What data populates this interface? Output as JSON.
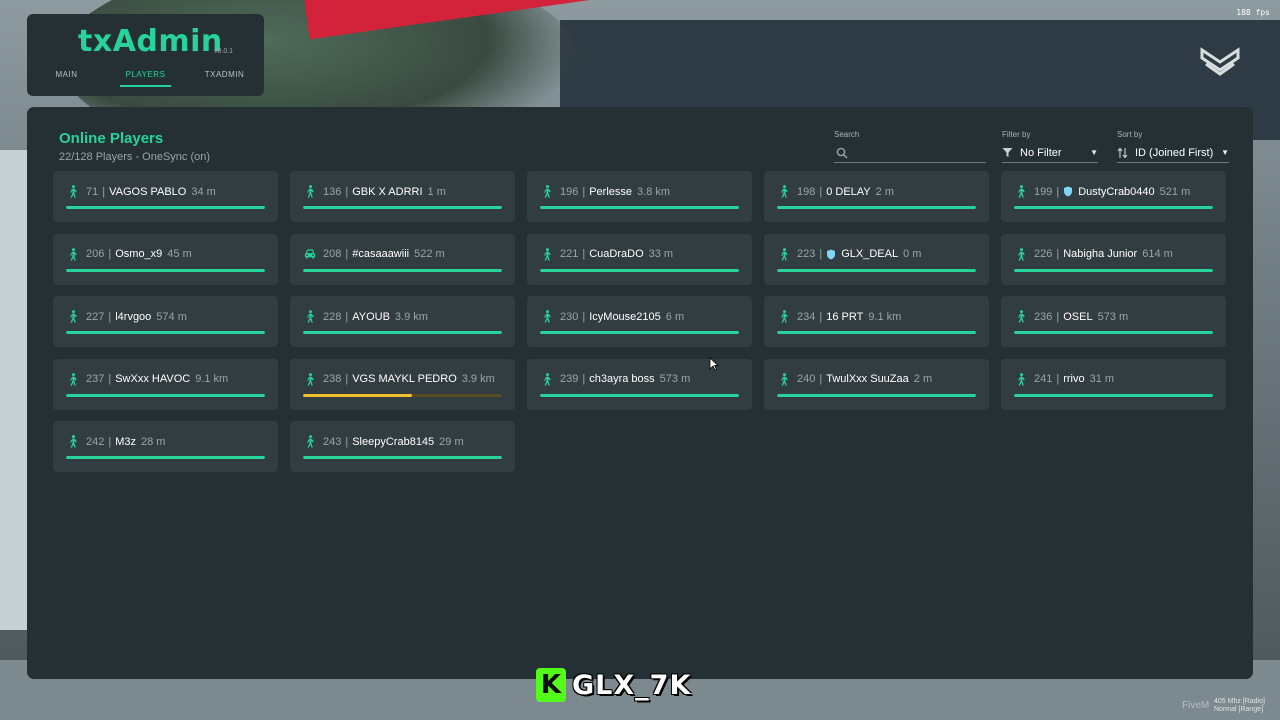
{
  "overlay": {
    "fps": "188 fps",
    "streamer_name": "GLX_7K",
    "streamer_logo_letter": "K",
    "fivem_tag": "FiveM",
    "radio_line1": "405 Mhz [Radio]",
    "radio_line2": "Normal [Range]"
  },
  "header": {
    "logo": "txAdmin",
    "version": "v8.0.1",
    "tabs": [
      {
        "label": "MAIN",
        "active": false
      },
      {
        "label": "PLAYERS",
        "active": true
      },
      {
        "label": "TXADMIN",
        "active": false
      }
    ]
  },
  "panel": {
    "title": "Online Players",
    "subtitle": "22/128 Players - OneSync (on)",
    "search": {
      "label": "Search",
      "value": "",
      "placeholder": ""
    },
    "filter": {
      "label": "Filter by",
      "value": "No Filter"
    },
    "sort": {
      "label": "Sort by",
      "value": "ID (Joined First)"
    }
  },
  "colors": {
    "accent": "#27d39a",
    "panel_bg": "#243034",
    "card_bg": "#323d41",
    "warn": "#f2c12e",
    "shield": "#7fd7f5"
  },
  "players": [
    {
      "id": "71",
      "name": "VAGOS PABLO",
      "distance": "34 m",
      "icon": "walking-person-icon",
      "shield": false,
      "health": 1.0
    },
    {
      "id": "136",
      "name": "GBK X ADRRI",
      "distance": "1 m",
      "icon": "walking-person-icon",
      "shield": false,
      "health": 1.0
    },
    {
      "id": "196",
      "name": "Perlesse",
      "distance": "3.8 km",
      "icon": "walking-person-icon",
      "shield": false,
      "health": 1.0
    },
    {
      "id": "198",
      "name": "0 DELAY",
      "distance": "2 m",
      "icon": "walking-person-icon",
      "shield": false,
      "health": 1.0
    },
    {
      "id": "199",
      "name": "DustyCrab0440",
      "distance": "521 m",
      "icon": "walking-person-icon",
      "shield": true,
      "health": 1.0
    },
    {
      "id": "206",
      "name": "Osmo_x9",
      "distance": "45 m",
      "icon": "walking-person-icon",
      "shield": false,
      "health": 1.0
    },
    {
      "id": "208",
      "name": "#casaaawiii",
      "distance": "522 m",
      "icon": "car-icon",
      "shield": false,
      "health": 1.0
    },
    {
      "id": "221",
      "name": "CuaDraDO",
      "distance": "33 m",
      "icon": "walking-person-icon",
      "shield": false,
      "health": 1.0
    },
    {
      "id": "223",
      "name": "GLX_DEAL",
      "distance": "0 m",
      "icon": "walking-person-icon",
      "shield": true,
      "health": 1.0
    },
    {
      "id": "226",
      "name": "Nabigha Junior",
      "distance": "614 m",
      "icon": "walking-person-icon",
      "shield": false,
      "health": 1.0
    },
    {
      "id": "227",
      "name": "l4rvgoo",
      "distance": "574 m",
      "icon": "walking-person-icon",
      "shield": false,
      "health": 1.0
    },
    {
      "id": "228",
      "name": "AYOUB",
      "distance": "3.9 km",
      "icon": "walking-person-icon",
      "shield": false,
      "health": 1.0
    },
    {
      "id": "230",
      "name": "IcyMouse2105",
      "distance": "6 m",
      "icon": "walking-person-icon",
      "shield": false,
      "health": 1.0
    },
    {
      "id": "234",
      "name": "16 PRT",
      "distance": "9.1 km",
      "icon": "walking-person-icon",
      "shield": false,
      "health": 1.0
    },
    {
      "id": "236",
      "name": "OSEL",
      "distance": "573 m",
      "icon": "walking-person-icon",
      "shield": false,
      "health": 1.0
    },
    {
      "id": "237",
      "name": "SwXxx HAVOC",
      "distance": "9.1 km",
      "icon": "walking-person-icon",
      "shield": false,
      "health": 1.0
    },
    {
      "id": "238",
      "name": "VGS MAYKL PEDRO",
      "distance": "3.9 km",
      "icon": "walking-person-icon",
      "shield": false,
      "health": 0.55,
      "warn": true
    },
    {
      "id": "239",
      "name": "ch3ayra boss",
      "distance": "573 m",
      "icon": "walking-person-icon",
      "shield": false,
      "health": 1.0
    },
    {
      "id": "240",
      "name": "TwulXxx SuuZaa",
      "distance": "2 m",
      "icon": "walking-person-icon",
      "shield": false,
      "health": 1.0
    },
    {
      "id": "241",
      "name": "rrivo",
      "distance": "31 m",
      "icon": "walking-person-icon",
      "shield": false,
      "health": 1.0
    },
    {
      "id": "242",
      "name": "M3z",
      "distance": "28 m",
      "icon": "walking-person-icon",
      "shield": false,
      "health": 1.0
    },
    {
      "id": "243",
      "name": "SleepyCrab8145",
      "distance": "29 m",
      "icon": "walking-person-icon",
      "shield": false,
      "health": 1.0
    }
  ]
}
